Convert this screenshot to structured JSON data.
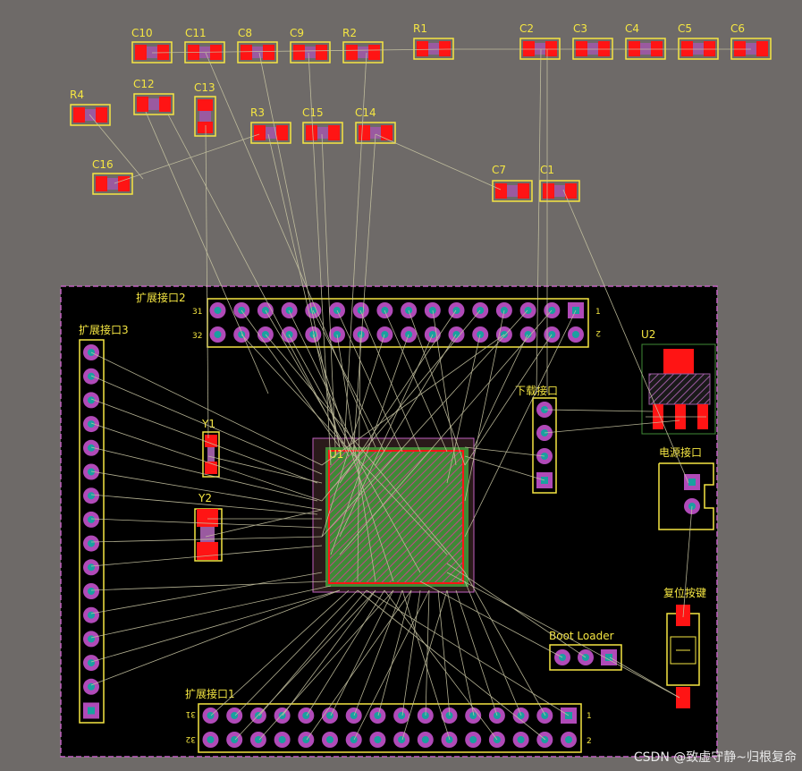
{
  "colors": {
    "background": "#6e6a68",
    "board": "#000000",
    "board_outline": "#c060c0",
    "silk": "#f5e642",
    "pad_red": "#ff1414",
    "pad_body": "#9a5aa0",
    "via_ring": "#b04ab8",
    "via_hole": "#1aa0a0",
    "ratsnest": "#c7c4a2",
    "chip_green": "#3f8a36"
  },
  "labels": {
    "c10": "C10",
    "c11": "C11",
    "c8": "C8",
    "c9": "C9",
    "r2": "R2",
    "r1": "R1",
    "c2": "C2",
    "c3": "C3",
    "c4": "C4",
    "c5": "C5",
    "c6": "C6",
    "r4": "R4",
    "c12": "C12",
    "c13": "C13",
    "r3": "R3",
    "c15": "C15",
    "c14": "C14",
    "c16": "C16",
    "c7": "C7",
    "c1": "C1",
    "ext2": "扩展接口2",
    "ext3": "扩展接口3",
    "ext1": "扩展接口1",
    "dl": "下载接口",
    "power": "电源接口",
    "reset": "复位按键",
    "boot": "Boot Loader",
    "u1": "U1",
    "u2": "U2",
    "y1": "Y1",
    "y2": "Y2",
    "h2_31": "31",
    "h2_32": "32",
    "h2_1": "1",
    "h2_2": "2",
    "h1_31": "31",
    "h1_32": "32",
    "h1_1": "1",
    "h1_2": "2"
  },
  "watermark": "CSDN @致虚守静~归根复命"
}
